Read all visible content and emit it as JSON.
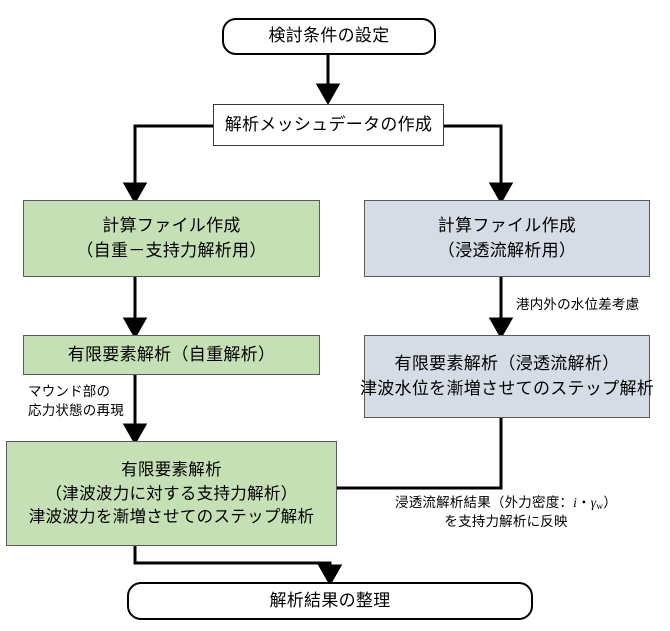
{
  "diagram": {
    "title_node": {
      "label": "検討条件の設定"
    },
    "mesh_node": {
      "label": "解析メッシュデータの作成"
    },
    "left_file_node": {
      "line1": "計算ファイル作成",
      "line2": "（自重－支持力解析用）"
    },
    "right_file_node": {
      "line1": "計算ファイル作成",
      "line2": "（浸透流解析用）"
    },
    "left_fem_node": {
      "label": "有限要素解析（自重解析）"
    },
    "right_fem_node": {
      "line1": "有限要素解析（浸透流解析）",
      "line2": "津波水位を漸増させてのステップ解析"
    },
    "main_fem_node": {
      "line1": "有限要素解析",
      "line2": "（津波波力に対する支持力解析）",
      "line3": "津波波力を漸増させてのステップ解析"
    },
    "result_node": {
      "label": "解析結果の整理"
    },
    "notes": {
      "water_level": "港内外の水位差考慮",
      "mound_line1": "マウンド部の",
      "mound_line2": "応力状態の再現",
      "seepage_line1_a": "浸透流解析結果（外力密度：",
      "seepage_line1_i": "i",
      "seepage_line1_dot": "・",
      "seepage_line1_gamma": "γ",
      "seepage_line1_sub": "w",
      "seepage_line1_b": "）",
      "seepage_line2": "を支持力解析に反映"
    },
    "colors": {
      "green_fill": "#c5e0b4",
      "blue_fill": "#d6dce5",
      "stroke": "#000000",
      "box_border": "#5a5a5a",
      "background": "#ffffff"
    }
  }
}
